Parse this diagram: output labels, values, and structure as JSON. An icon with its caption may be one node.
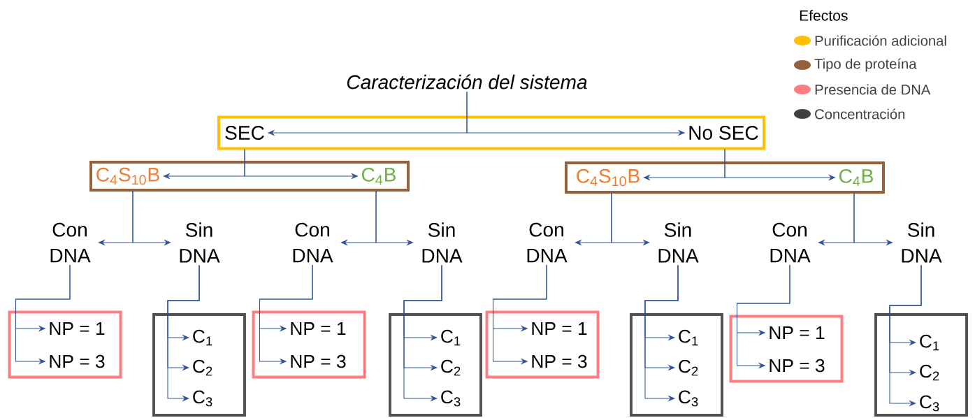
{
  "diagram": {
    "nodes": [
      {
        "text": [
          "Caracterización del sistema"
        ]
      },
      {
        "text": [],
        "shape": "box"
      },
      {
        "text": [
          "SEC"
        ],
        "in": 1
      },
      {
        "text": [
          "No SEC"
        ],
        "in": 1
      },
      {
        "text": [],
        "shape": "box"
      },
      {
        "text": [
          "C$_{4}$S$_{10}$B"
        ],
        "in": 4
      },
      {
        "text": [
          "C$_{4}$B"
        ],
        "in": 4
      },
      {
        "text": [],
        "shape": "box"
      },
      {
        "text": [
          "C$_{4}$S$_{10}$B"
        ],
        "in": 7
      },
      {
        "text": [
          "C$_{4}$B"
        ],
        "in": 7
      },
      {
        "text": [
          "Con DNA"
        ]
      },
      {
        "text": [
          "Sin DNA"
        ]
      },
      {
        "text": [
          "Con DNA"
        ]
      },
      {
        "text": [
          "Sin DNA"
        ]
      },
      {
        "text": [
          "Con DNA"
        ]
      },
      {
        "text": [
          "Sin DNA"
        ]
      },
      {
        "text": [
          "Con DNA"
        ]
      },
      {
        "text": [
          "Sin DNA"
        ]
      },
      {
        "text": [],
        "shape": "box"
      },
      {
        "text": [
          "NP = 1"
        ],
        "in": 18
      },
      {
        "text": [
          "NP = 3"
        ],
        "in": 18
      },
      {
        "text": [],
        "shape": "box"
      },
      {
        "text": [
          "C$_{1}$"
        ],
        "in": 21
      },
      {
        "text": [
          "C$_{2}$"
        ],
        "in": 21
      },
      {
        "text": [
          "C$_{3}$"
        ],
        "in": 21
      },
      {
        "text": [],
        "shape": "box"
      },
      {
        "text": [
          "NP = 1"
        ],
        "in": 25
      },
      {
        "text": [
          "NP = 3"
        ],
        "in": 25
      },
      {
        "text": [],
        "shape": "box"
      },
      {
        "text": [
          "C$_{1}$"
        ],
        "in": 28
      },
      {
        "text": [
          "C$_{2}$"
        ],
        "in": 28
      },
      {
        "text": [
          "C$_{3}$"
        ],
        "in": 28
      },
      {
        "text": [],
        "shape": "box"
      },
      {
        "text": [
          "NP = 1"
        ],
        "in": 32
      },
      {
        "text": [
          "NP = 3"
        ],
        "in": 32
      },
      {
        "text": [],
        "shape": "box"
      },
      {
        "text": [
          "C$_{1}$"
        ],
        "in": 35
      },
      {
        "text": [
          "C$_{2}$"
        ],
        "in": 35
      },
      {
        "text": [
          "C$_{3}$"
        ],
        "in": 35
      },
      {
        "text": [],
        "shape": "box"
      },
      {
        "text": [
          "NP = 1"
        ],
        "in": 39
      },
      {
        "text": [
          "NP = 3"
        ],
        "in": 39
      },
      {
        "text": [],
        "shape": "box"
      },
      {
        "text": [
          "C$_{1}$"
        ],
        "in": 42
      },
      {
        "text": [
          "C$_{2}$"
        ],
        "in": 42
      },
      {
        "text": [
          "C$_{3}$"
        ],
        "in": 42
      }
    ],
    "edges": [
      {
        "from": 0,
        "to": 2,
        "arrow": "to"
      },
      {
        "from": 0,
        "to": 3,
        "arrow": "to"
      },
      {
        "from": 2,
        "to": 5,
        "arrow": "to"
      },
      {
        "from": 2,
        "to": 6,
        "arrow": "to"
      },
      {
        "from": 3,
        "to": 8,
        "arrow": "to"
      },
      {
        "from": 3,
        "to": 9,
        "arrow": "to"
      },
      {
        "from": 5,
        "to": 10,
        "arrow": "to"
      },
      {
        "from": 5,
        "to": 11,
        "arrow": "to"
      },
      {
        "from": 6,
        "to": 12,
        "arrow": "to"
      },
      {
        "from": 6,
        "to": 13,
        "arrow": "to"
      },
      {
        "from": 8,
        "to": 14,
        "arrow": "to"
      },
      {
        "from": 8,
        "to": 15,
        "arrow": "to"
      },
      {
        "from": 9,
        "to": 16,
        "arrow": "to"
      },
      {
        "from": 9,
        "to": 17,
        "arrow": "to"
      },
      {
        "from": 10,
        "to": 19,
        "arrow": "to"
      },
      {
        "from": 10,
        "to": 20,
        "arrow": "to"
      },
      {
        "from": 11,
        "to": 22,
        "arrow": "to"
      },
      {
        "from": 11,
        "to": 23,
        "arrow": "to"
      },
      {
        "from": 11,
        "to": 24,
        "arrow": "to"
      },
      {
        "from": 12,
        "to": 26,
        "arrow": "to"
      },
      {
        "from": 12,
        "to": 27,
        "arrow": "to"
      },
      {
        "from": 13,
        "to": 29,
        "arrow": "to"
      },
      {
        "from": 13,
        "to": 30,
        "arrow": "to"
      },
      {
        "from": 13,
        "to": 31,
        "arrow": "to"
      },
      {
        "from": 14,
        "to": 33,
        "arrow": "to"
      },
      {
        "from": 14,
        "to": 34,
        "arrow": "to"
      },
      {
        "from": 15,
        "to": 36,
        "arrow": "to"
      },
      {
        "from": 15,
        "to": 37,
        "arrow": "to"
      },
      {
        "from": 15,
        "to": 38,
        "arrow": "to"
      },
      {
        "from": 16,
        "to": 40,
        "arrow": "to"
      },
      {
        "from": 16,
        "to": 41,
        "arrow": "to"
      },
      {
        "from": 17,
        "to": 43,
        "arrow": "to"
      },
      {
        "from": 17,
        "to": 44,
        "arrow": "to"
      },
      {
        "from": 17,
        "to": 45,
        "arrow": "to"
      }
    ],
    "labels": [
      "Efectos"
    ],
    "legend": [
      {
        "text": "Purificación adicional",
        "color": "#ffc000"
      },
      {
        "text": "Tipo de proteína",
        "color": "#94603a"
      },
      {
        "text": "Presencia de DNA",
        "color": "#ff7c80"
      },
      {
        "text": "Concentración",
        "color": "#404040"
      }
    ]
  }
}
